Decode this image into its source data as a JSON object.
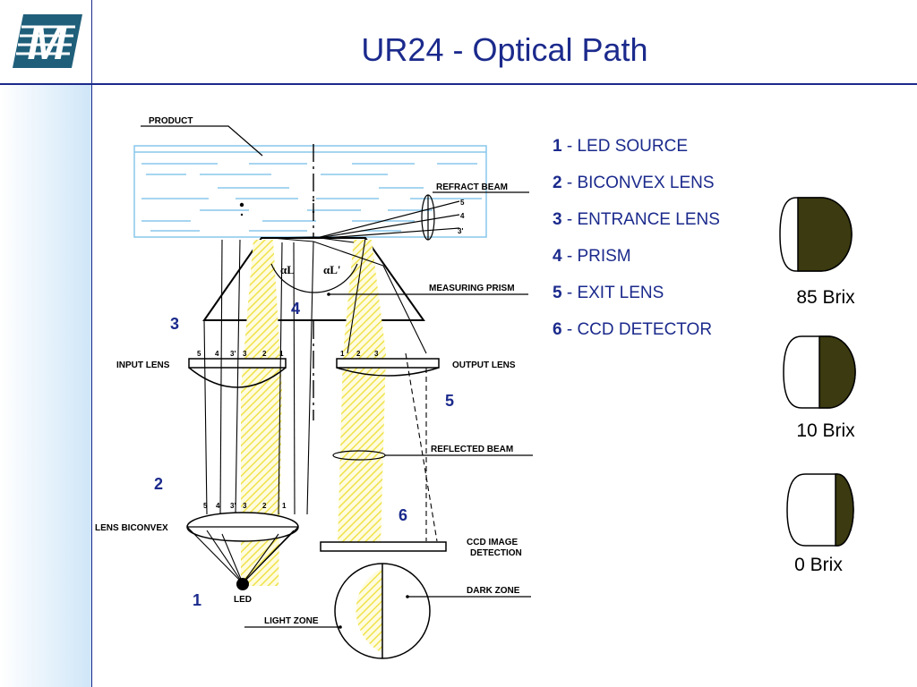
{
  "slide": {
    "title": "UR24 - Optical Path"
  },
  "logo": {
    "letter": "M"
  },
  "legend": [
    {
      "num": "1",
      "text": " - LED SOURCE"
    },
    {
      "num": "2",
      "text": " - BICONVEX LENS"
    },
    {
      "num": "3",
      "text": " - ENTRANCE LENS"
    },
    {
      "num": "4",
      "text": " - PRISM"
    },
    {
      "num": "5",
      "text": " - EXIT LENS"
    },
    {
      "num": "6",
      "text": " - CCD DETECTOR"
    }
  ],
  "brix": [
    {
      "label": "85 Brix",
      "dark_fraction": 0.7
    },
    {
      "label": "10 Brix",
      "dark_fraction": 0.48
    },
    {
      "label": "0 Brix",
      "dark_fraction": 0.25
    }
  ],
  "diagram": {
    "labels": {
      "product": "PRODUCT",
      "refract_beam": "REFRACT  BEAM",
      "measuring_prism": "MEASURING  PRISM",
      "input_lens": "INPUT  LENS",
      "output_lens": "OUTPUT  LENS",
      "reflected_beam": "REFLECTED  BEAM",
      "lens_biconvex": "LENS  BICONVEX",
      "ccd_line1": "CCD  IMAGE",
      "ccd_line2": "DETECTION",
      "led": "LED",
      "dark_zone": "DARK  ZONE",
      "light_zone": "LIGHT  ZONE",
      "alpha_l": "αL",
      "alpha_l_prime": "αL'"
    },
    "big_numbers": [
      "1",
      "2",
      "3",
      "4",
      "5",
      "6"
    ],
    "ray_marks_left": [
      "5",
      "4",
      "3'",
      "3",
      "2",
      "1"
    ],
    "ray_marks_right": [
      "1",
      "2",
      "3"
    ],
    "refract_marks": [
      "5",
      "4",
      "3'"
    ],
    "colors": {
      "hatch": "#f4ee66",
      "product": "#88c7ec",
      "navy": "#1b2a8c",
      "brix_dark": "#3b3a10"
    }
  }
}
